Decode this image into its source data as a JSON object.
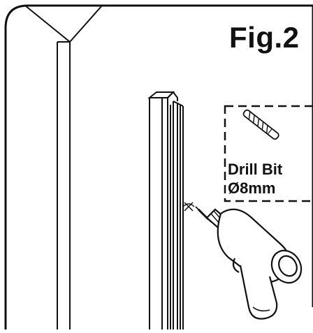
{
  "figure": {
    "title": "Fig.2",
    "callout": {
      "line1": "Drill Bit",
      "line2": "Ø8mm"
    },
    "icons": [
      "drill-bit-icon",
      "power-drill-icon",
      "drill-target-mark-icon"
    ],
    "colors": {
      "stroke": "#111111",
      "background": "#ffffff"
    }
  }
}
